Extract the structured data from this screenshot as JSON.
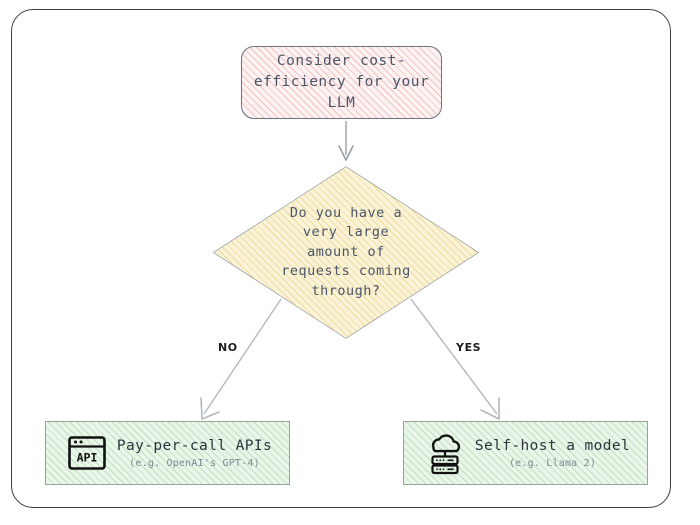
{
  "diagram": {
    "type": "flowchart",
    "title": "LLM cost-efficiency decision flowchart",
    "colors": {
      "start_fill": "#fdf3f3",
      "start_hatch": "#f4baba",
      "decision_fill": "#fbf3d8",
      "decision_hatch": "#e9d58c",
      "result_fill": "#e9f6e9",
      "result_hatch": "#b0dbb0",
      "node_border": "#6b7280",
      "arrow": "#9aa0a6",
      "text": "#4a5568",
      "frame_border": "#3f3f46"
    },
    "nodes": {
      "start": {
        "id": "start",
        "shape": "rounded-rect",
        "text": "Consider cost-\nefficiency for your LLM"
      },
      "decision": {
        "id": "decision",
        "shape": "diamond",
        "text": "Do you have a\nvery large\namount of\nrequests coming\nthrough?"
      },
      "result_left": {
        "id": "pay-per-call",
        "shape": "rect",
        "icon": "api-window-icon",
        "icon_label": "API",
        "title": "Pay-per-call APIs",
        "subtitle": "(e.g. OpenAI's GPT-4)"
      },
      "result_right": {
        "id": "self-host",
        "shape": "rect",
        "icon": "cloud-server-icon",
        "title": "Self-host a model",
        "subtitle": "(e.g. Llama 2)"
      }
    },
    "edges": [
      {
        "from": "start",
        "to": "decision",
        "label": ""
      },
      {
        "from": "decision",
        "to": "result_left",
        "label": "NO"
      },
      {
        "from": "decision",
        "to": "result_right",
        "label": "YES"
      }
    ],
    "labels": {
      "no": "NO",
      "yes": "YES"
    }
  }
}
